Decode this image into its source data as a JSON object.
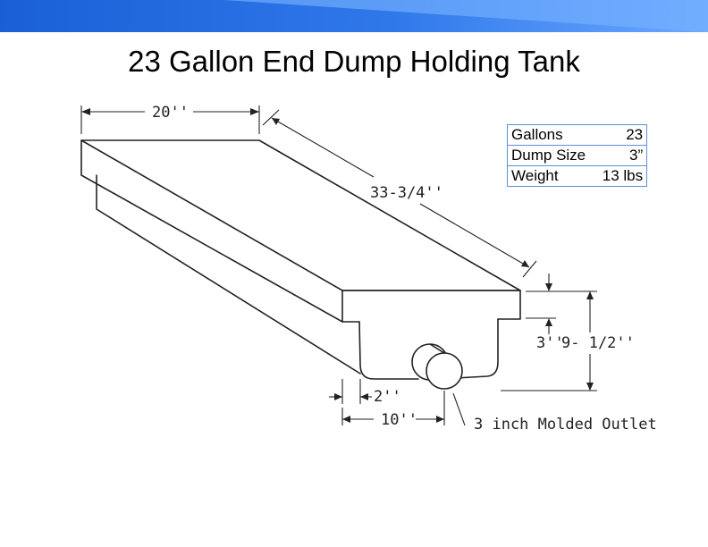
{
  "title": "23 Gallon End Dump Holding Tank",
  "dimensions": {
    "width": "20''",
    "length": "33-3/4''",
    "flange_height": "3''",
    "total_height": "9- 1/2''",
    "lower_offset": "2''",
    "outlet_offset": "10''",
    "outlet_label": "3 inch Molded Outlet"
  },
  "specs": [
    {
      "label": "Gallons",
      "value": "23"
    },
    {
      "label": "Dump Size",
      "value": "3”"
    },
    {
      "label": "Weight",
      "value": "13 lbs"
    }
  ],
  "colors": {
    "banner_dark": "#1a5fd6",
    "banner_light": "#6aa8ff",
    "table_border": "#5b8fd8"
  }
}
